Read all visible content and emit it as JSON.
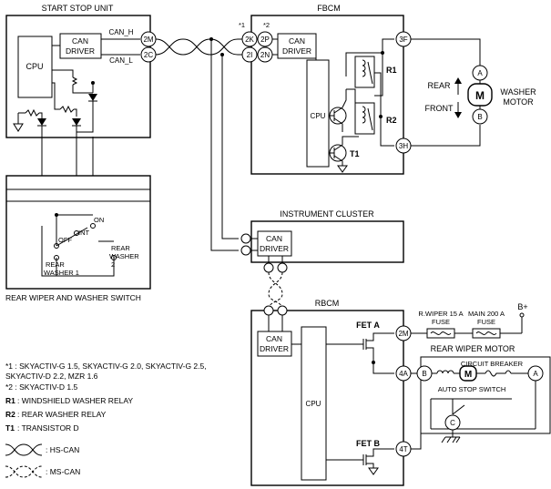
{
  "units": {
    "start_stop": {
      "title": "START STOP UNIT",
      "can_h": "CAN_H",
      "can_l": "CAN_L",
      "driver_line1": "CAN",
      "driver_line2": "DRIVER",
      "cpu": "CPU",
      "pin_h": "2M",
      "pin_l": "2C"
    },
    "fbcm": {
      "title": "FBCM",
      "note1": "*1",
      "note2": "*2",
      "pins": [
        "2K",
        "2P",
        "2I",
        "2N",
        "3F",
        "3H"
      ],
      "driver_line1": "CAN",
      "driver_line2": "DRIVER",
      "cpu": "CPU",
      "relay1": "R1",
      "relay2": "R2",
      "transistor": "T1"
    },
    "washer_motor": {
      "title_line1": "WASHER",
      "title_line2": "MOTOR",
      "rear": "REAR",
      "front": "FRONT",
      "pin_a": "A",
      "pin_b": "B",
      "m": "M"
    },
    "switch": {
      "title": "REAR WIPER AND WASHER SWITCH",
      "off": "OFF",
      "int": "INT",
      "on": "ON",
      "rear_washer1_line1": "REAR",
      "rear_washer1_line2": "WASHER 1",
      "rear_washer2_line1": "REAR",
      "rear_washer2_line2": "WASHER",
      "rear_washer2_line3": "2"
    },
    "cluster": {
      "title": "INSTRUMENT CLUSTER",
      "driver_line1": "CAN",
      "driver_line2": "DRIVER"
    },
    "rbcm": {
      "title": "RBCM",
      "driver_line1": "CAN",
      "driver_line2": "DRIVER",
      "cpu": "CPU",
      "fet_a": "FET A",
      "fet_b": "FET B",
      "pin_2m": "2M",
      "pin_4a": "4A",
      "pin_4t": "4T"
    },
    "fuses": {
      "fuse1_line1": "R.WIPER 15 A",
      "fuse1_line2": "FUSE",
      "fuse2_line1": "MAIN 200 A",
      "fuse2_line2": "FUSE",
      "battery": "B+"
    },
    "wiper_motor": {
      "title": "REAR WIPER MOTOR",
      "breaker": "CIRCUIT BREAKER",
      "auto_stop": "AUTO STOP SWITCH",
      "pin_b": "B",
      "pin_a": "A",
      "pin_c": "C",
      "m": "M"
    }
  },
  "legend": {
    "note1_line1": "*1 : SKYACTIV-G 1.5, SKYACTIV-G 2.0, SKYACTIV-G 2.5,",
    "note1_line2": "SKYACTIV-D 2.2, MZR 1.6",
    "note2": "*2 : SKYACTIV-D 1.5",
    "r1_key": "R1",
    "r1_text": ": WINDSHIELD WASHER RELAY",
    "r2_key": "R2",
    "r2_text": ": REAR WASHER RELAY",
    "t1_key": "T1",
    "t1_text": ": TRANSISTOR D",
    "hs_can": ": HS-CAN",
    "ms_can": ": MS-CAN"
  }
}
